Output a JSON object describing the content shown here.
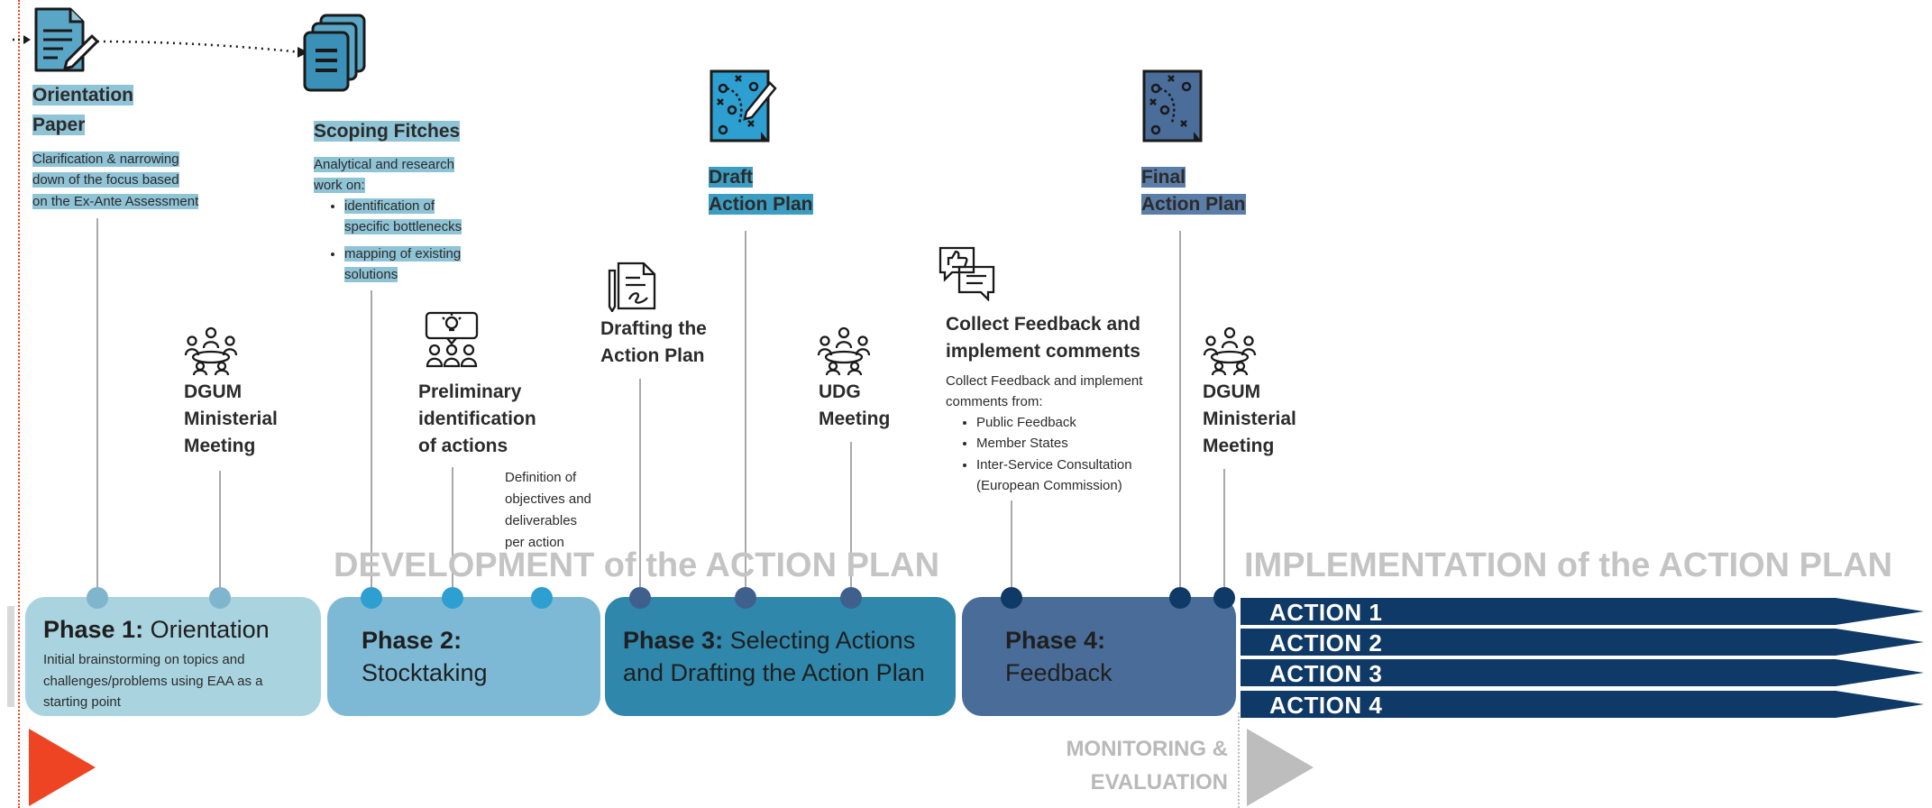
{
  "milestones": {
    "orientation": {
      "title": [
        "Orientation",
        "Paper"
      ],
      "desc": [
        "Clarification & narrowing",
        "down of the focus based",
        "on the Ex-Ante Assessment"
      ]
    },
    "scoping": {
      "title": "Scoping Fitches",
      "desc": [
        "Analytical and research",
        "work on:"
      ],
      "bullets": [
        [
          "identification of",
          "specific bottlenecks"
        ],
        [
          "mapping of existing",
          "solutions"
        ]
      ]
    },
    "draft": {
      "title": [
        "Draft",
        "Action Plan"
      ]
    },
    "final": {
      "title": [
        "Final",
        "Action Plan"
      ]
    }
  },
  "events": {
    "dgum1": {
      "label": [
        "DGUM",
        "Ministerial",
        "Meeting"
      ]
    },
    "prelim": {
      "label": [
        "Preliminary",
        "identification",
        "of actions"
      ],
      "note": [
        "Definition of",
        "objectives and",
        "deliverables",
        "per action"
      ]
    },
    "drafting": {
      "label": [
        "Drafting the",
        "Action Plan"
      ]
    },
    "udg": {
      "label": [
        "UDG",
        "Meeting"
      ]
    },
    "feedback": {
      "label": [
        "Collect Feedback and",
        "implement comments"
      ],
      "desc": [
        "Collect Feedback and implement",
        "comments from:"
      ],
      "bullets": [
        [
          "Public Feedback"
        ],
        [
          "Member States"
        ],
        [
          "Inter-Service Consultation",
          "(European Commission)"
        ]
      ]
    },
    "dgum2": {
      "label": [
        "DGUM",
        "Ministerial",
        "Meeting"
      ]
    }
  },
  "sections": {
    "development": "DEVELOPMENT of the ACTION PLAN",
    "implementation": "IMPLEMENTATION of the ACTION PLAN",
    "monitoring": [
      "MONITORING &",
      "EVALUATION"
    ]
  },
  "phases": [
    {
      "num": "Phase 1:",
      "name": "Orientation",
      "desc": [
        "Initial brainstorming on topics and",
        "challenges/problems using EAA as a",
        "starting point"
      ]
    },
    {
      "num": "Phase 2:",
      "name": "Stocktaking"
    },
    {
      "num": "Phase 3:",
      "name": "Selecting Actions",
      "name2": "and Drafting the Action Plan"
    },
    {
      "num": "Phase 4:",
      "name": "Feedback"
    }
  ],
  "actions": [
    "ACTION 1",
    "ACTION 2",
    "ACTION 3",
    "ACTION 4"
  ],
  "colors": {
    "phase1": "#a9d3df",
    "phase2": "#7db9d5",
    "phase3": "#2f87ab",
    "phase4": "#496d98",
    "actions": "#0f3966",
    "start_arrow": "#ef4423",
    "gray_arrow": "#bdbdbd"
  },
  "icons": [
    "document-pen-icon",
    "documents-stack-icon",
    "strategy-board-icon",
    "meeting-table-icon",
    "idea-team-icon",
    "document-signing-icon",
    "feedback-chat-icon"
  ]
}
